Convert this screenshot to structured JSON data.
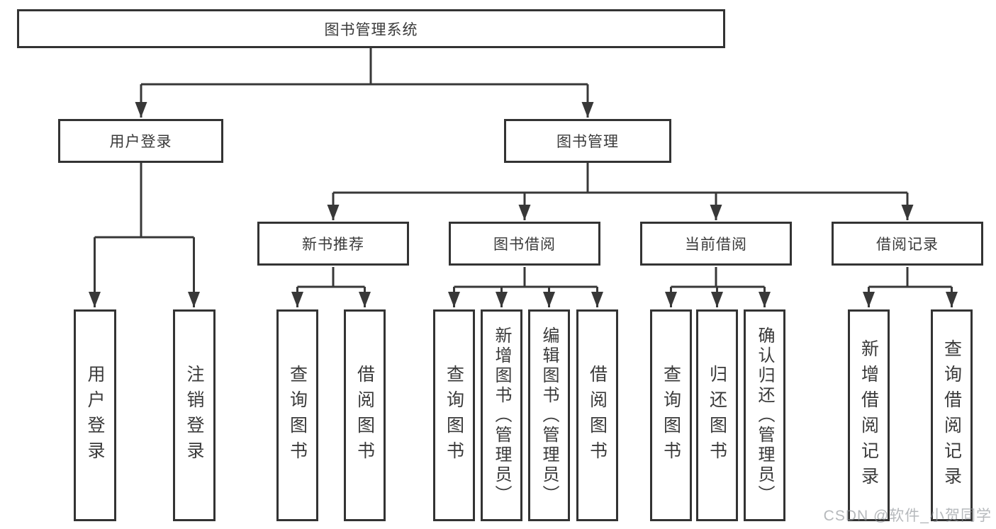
{
  "diagram": {
    "root": "图书管理系统",
    "level2": {
      "user_login": "用户登录",
      "book_management": "图书管理"
    },
    "user_login_children": [
      "用户登录",
      "注销登录"
    ],
    "sections": [
      "新书推荐",
      "图书借阅",
      "当前借阅",
      "借阅记录"
    ],
    "new_book_children": [
      "查询图书",
      "借阅图书"
    ],
    "book_borrow_children": [
      "查询图书",
      "新增图书（管理员）",
      "编辑图书（管理员）",
      "借阅图书"
    ],
    "current_borrow_children": [
      "查询图书",
      "归还图书",
      "确认归还（管理员）"
    ],
    "borrow_record_children": [
      "新增借阅记录",
      "查询借阅记录"
    ]
  },
  "watermark": "CSDN @软件_小贺同学",
  "colors": {
    "line": "#383838",
    "box_border": "#333333",
    "text": "#3a3a3a",
    "watermark": "#8a8f94",
    "background": "#ffffff"
  }
}
